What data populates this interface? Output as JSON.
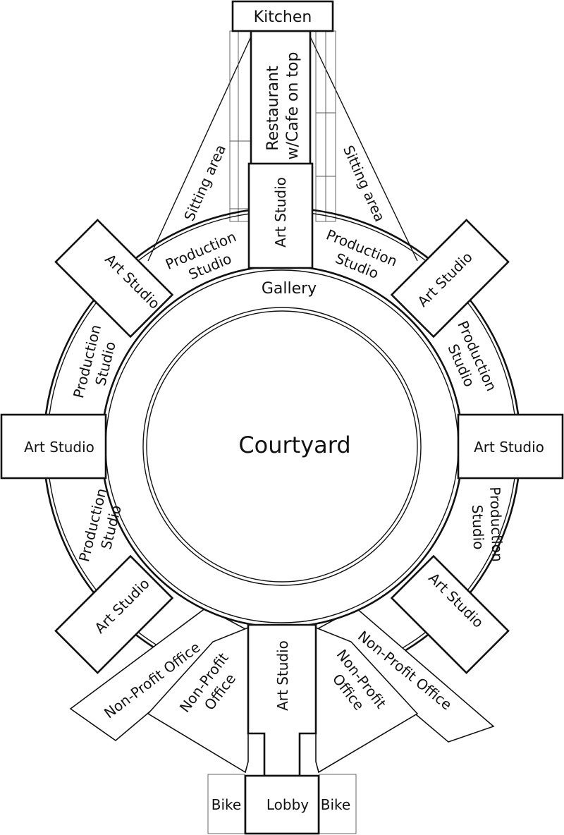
{
  "labels": {
    "kitchen": "Kitchen",
    "restaurant_line1": "Restaurant",
    "restaurant_line2": "w/Cafe on top",
    "sitting_area_left": "Sitting area",
    "sitting_area_right": "Sitting area",
    "art_studio_top": "Art Studio",
    "art_studio_upper_left": "Art Studio",
    "art_studio_upper_right": "Art Studio",
    "art_studio_left": "Art Studio",
    "art_studio_right": "Art Studio",
    "art_studio_lower_left": "Art Studio",
    "art_studio_lower_right": "Art Studio",
    "art_studio_bottom": "Art Studio",
    "production_studio_word": "Production",
    "studio_word": "Studio",
    "gallery": "Gallery",
    "courtyard": "Courtyard",
    "non_profit_office_left": "Non-Profit Office",
    "non_profit_office_right": "Non-Profit Office",
    "non_profit_word": "Non-Profit",
    "office_word": "Office",
    "lobby": "Lobby",
    "bike_left": "Bike",
    "bike_right": "Bike"
  }
}
